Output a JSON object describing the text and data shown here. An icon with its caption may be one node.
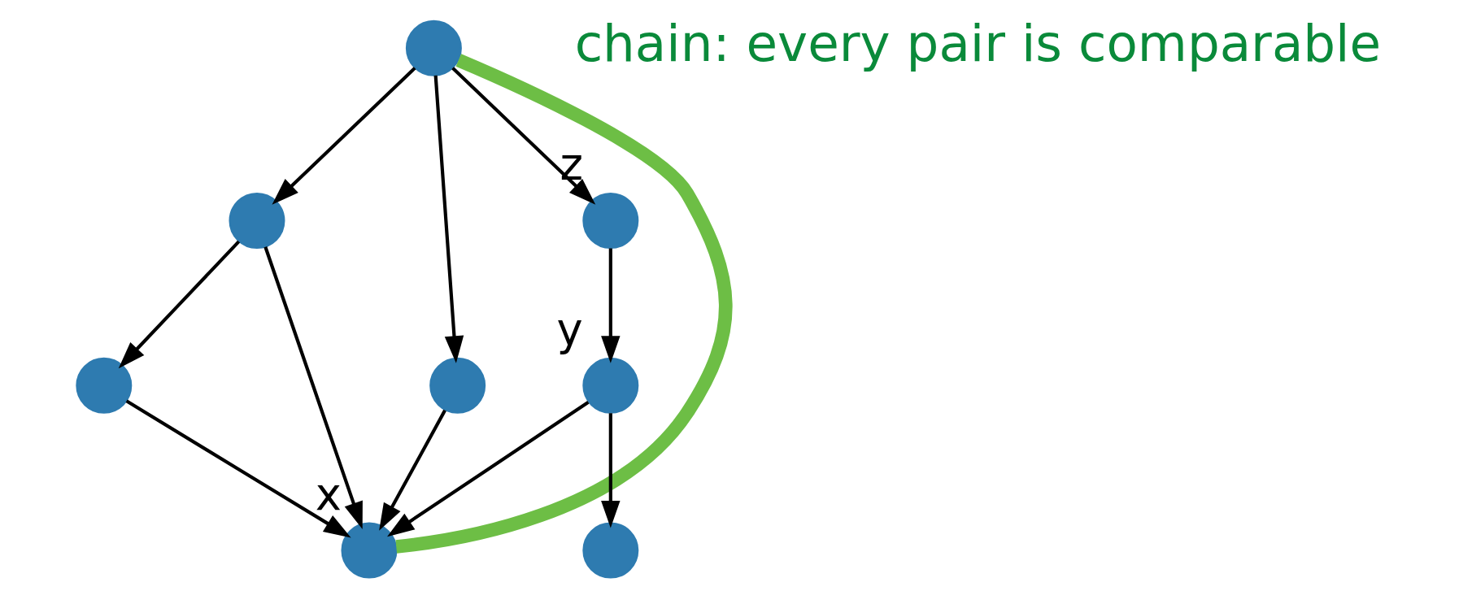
{
  "diagram": {
    "nodes": [
      {
        "text": [],
        "shape": "circle"
      },
      {
        "text": [],
        "shape": "circle"
      },
      {
        "text": [],
        "shape": "circle"
      },
      {
        "text": [],
        "shape": "circle",
        "beside": [
          "z"
        ]
      },
      {
        "text": [],
        "shape": "circle",
        "beside": [
          "y"
        ]
      },
      {
        "text": [],
        "shape": "circle"
      },
      {
        "text": [],
        "shape": "circle",
        "beside": [
          "x"
        ]
      },
      {
        "text": [],
        "shape": "circle"
      }
    ],
    "edges": [
      {
        "from": 0,
        "to": 1,
        "arrow": "to"
      },
      {
        "from": 0,
        "to": 2,
        "arrow": "to"
      },
      {
        "from": 0,
        "to": 3,
        "arrow": "to"
      },
      {
        "from": 1,
        "to": 5,
        "arrow": "to"
      },
      {
        "from": 1,
        "to": 6,
        "arrow": "to"
      },
      {
        "from": 2,
        "to": 6,
        "arrow": "to"
      },
      {
        "from": 3,
        "to": 4,
        "arrow": "to"
      },
      {
        "from": 5,
        "to": 6,
        "arrow": "to"
      },
      {
        "from": 4,
        "to": 6,
        "arrow": "to"
      },
      {
        "from": 4,
        "to": 7,
        "arrow": "to"
      },
      {
        "from": 0,
        "to": 6,
        "arrow": "none",
        "style": "thick",
        "color": "#6dbe45"
      }
    ],
    "labels": [
      "chain: every pair is comparable"
    ]
  }
}
